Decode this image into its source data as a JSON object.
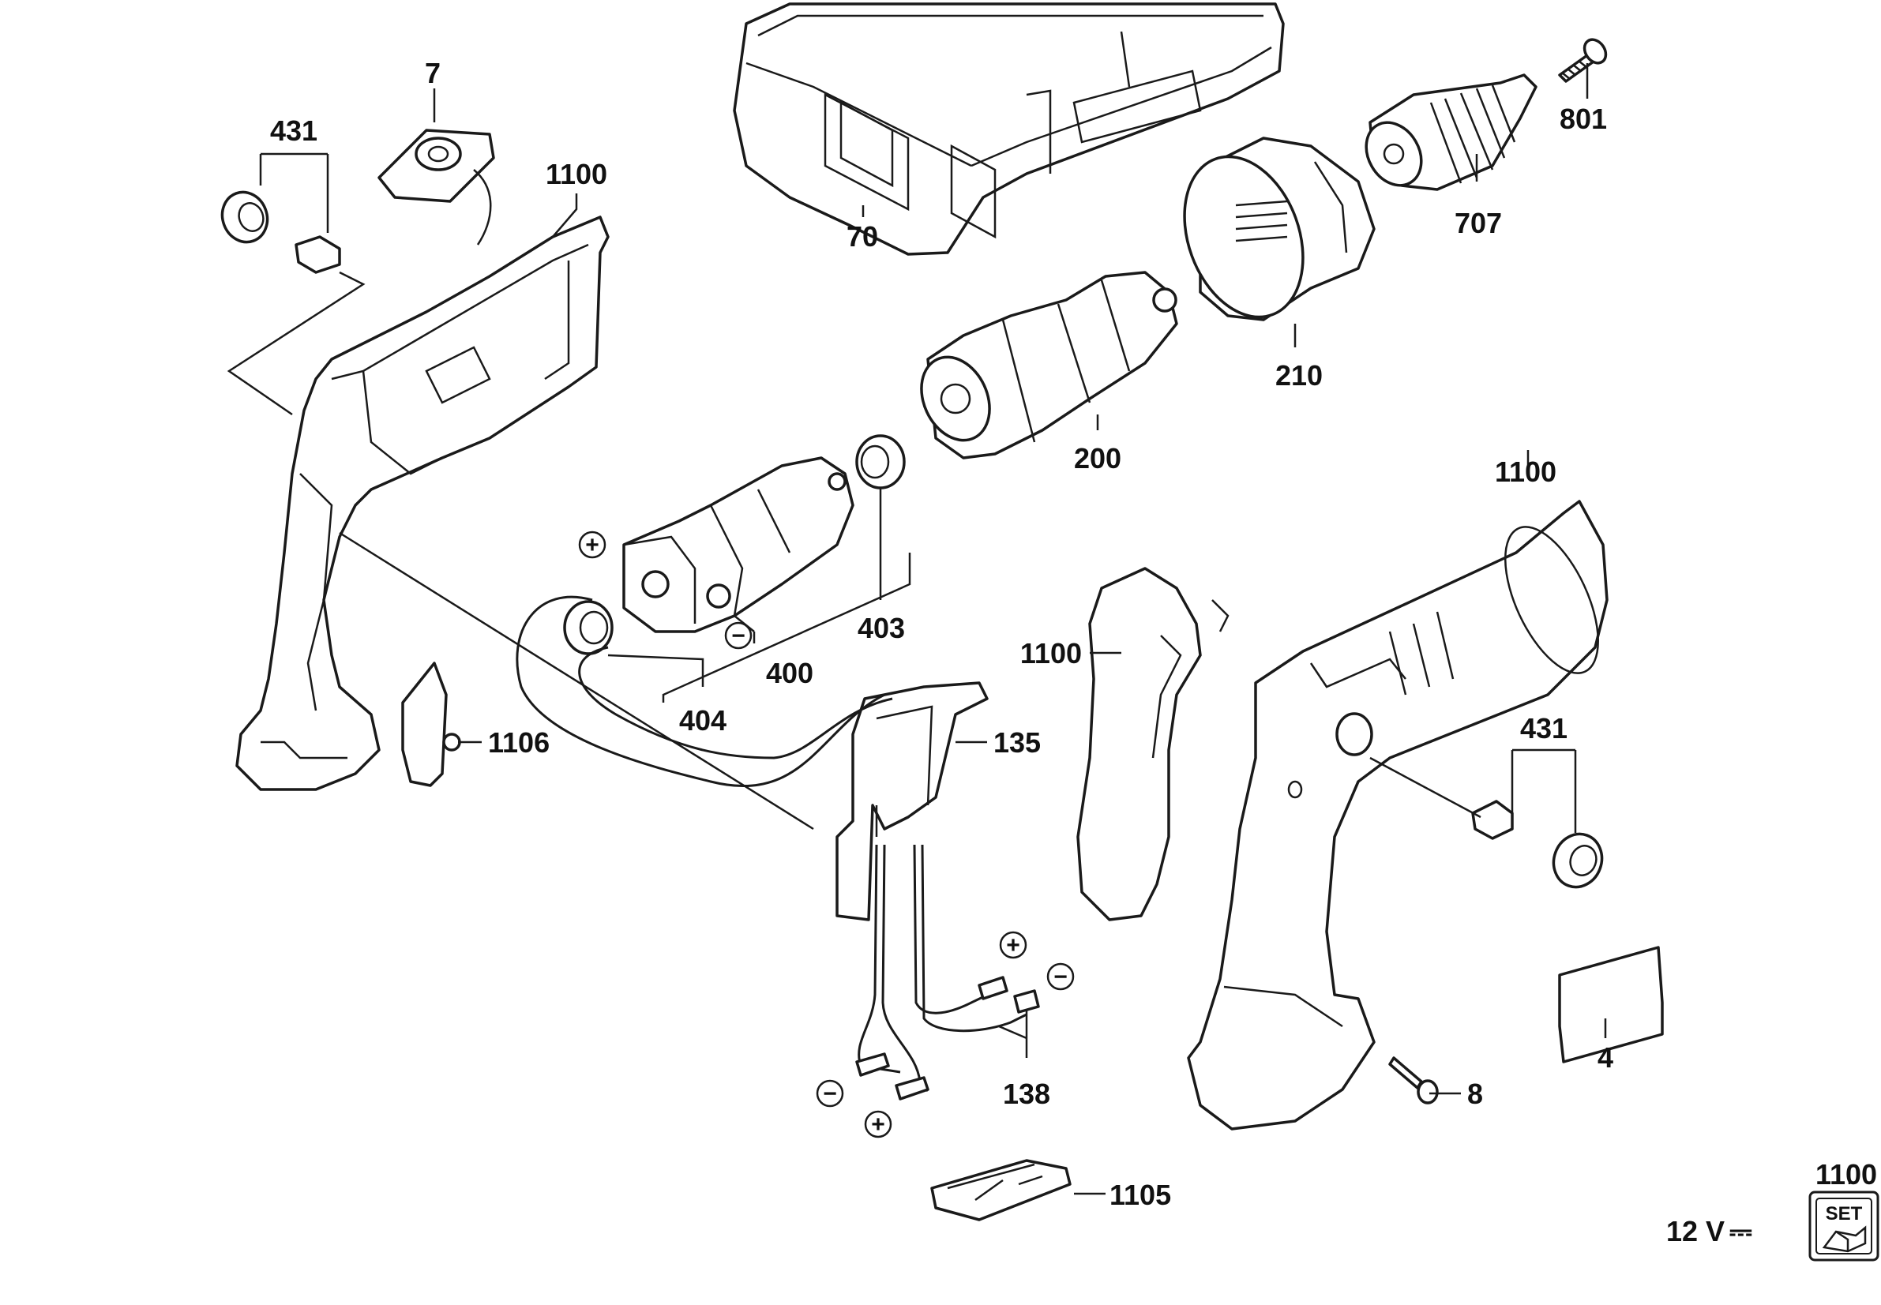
{
  "diagram": {
    "title": "Exploded parts diagram – cordless drill",
    "labels": {
      "l7": "7",
      "l431_top": "431",
      "l1100_top": "1100",
      "l70": "70",
      "l801": "801",
      "l707": "707",
      "l210": "210",
      "l200": "200",
      "l403": "403",
      "l400": "400",
      "l404": "404",
      "l1106": "1106",
      "l135": "135",
      "l1100_grip": "1100",
      "l1100_right": "1100",
      "l431_right": "431",
      "l4": "4",
      "l8": "8",
      "l138": "138",
      "l1105": "1105",
      "l1100_set": "1100"
    },
    "polarity": {
      "plus": "+",
      "minus": "−"
    },
    "voltage": {
      "value": "12 V",
      "symbol": "⎓"
    },
    "set_badge": "SET"
  }
}
